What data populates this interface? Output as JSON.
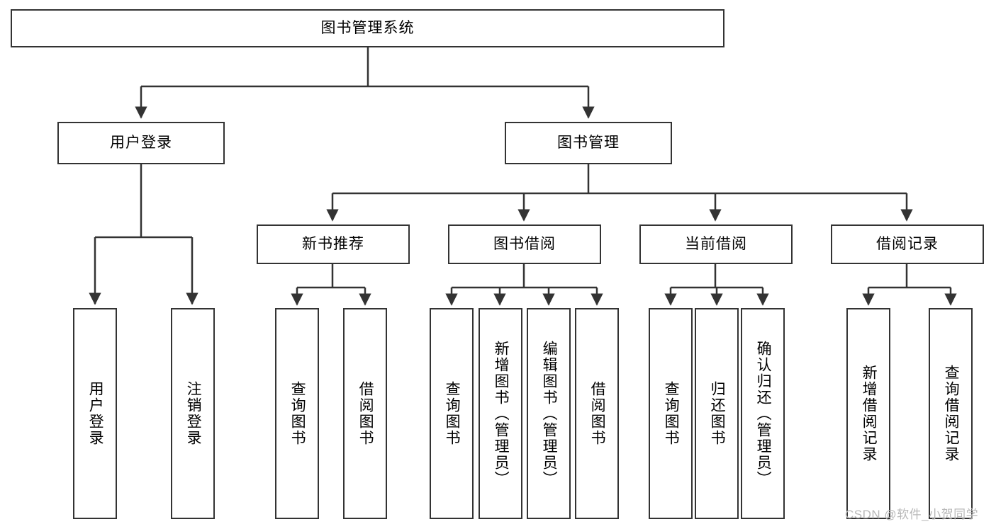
{
  "diagram": {
    "title_node": {
      "label": "图书管理系统"
    },
    "tier2": [
      {
        "label": "用户登录"
      },
      {
        "label": "图书管理"
      }
    ],
    "tier3": [
      {
        "label": "新书推荐"
      },
      {
        "label": "图书借阅"
      },
      {
        "label": "当前借阅"
      },
      {
        "label": "借阅记录"
      }
    ],
    "leaves": {
      "user_login": [
        {
          "label": "用户登录"
        },
        {
          "label": "注销登录"
        }
      ],
      "new_book": [
        {
          "label": "查询图书"
        },
        {
          "label": "借阅图书"
        }
      ],
      "book_borrow": [
        {
          "label": "查询图书"
        },
        {
          "label": "新增图书（管理员）"
        },
        {
          "label": "编辑图书（管理员）"
        },
        {
          "label": "借阅图书"
        }
      ],
      "current_borrow": [
        {
          "label": "查询图书"
        },
        {
          "label": "归还图书"
        },
        {
          "label": "确认归还（管理员）"
        }
      ],
      "borrow_record": [
        {
          "label": "新增借阅记录"
        },
        {
          "label": "查询借阅记录"
        }
      ]
    }
  },
  "watermark": {
    "text": "CSDN @软件_小贺同学"
  },
  "colors": {
    "border": "#333333",
    "background": "#ffffff",
    "text": "#000000",
    "watermark": "#b8b8b8"
  }
}
